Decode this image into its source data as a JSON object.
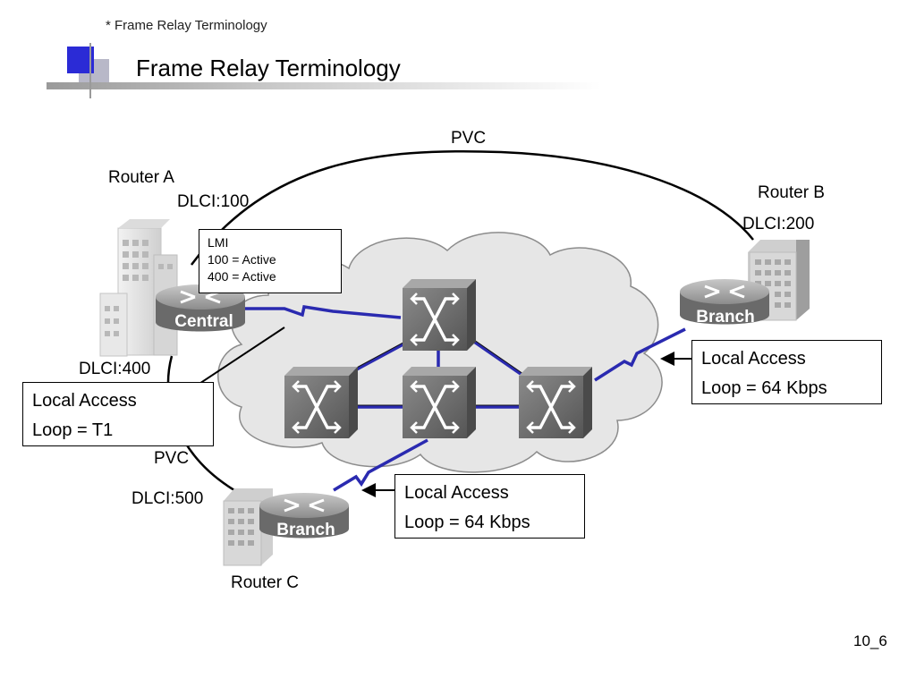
{
  "header": {
    "breadcrumb": "* Frame Relay Terminology",
    "title": "Frame Relay Terminology"
  },
  "diagram": {
    "pvc_top": "PVC",
    "pvc_left": "PVC",
    "router_a": {
      "name": "Router A",
      "dlci_top": "DLCI:100",
      "dlci_bottom": "DLCI:400",
      "badge": "Central"
    },
    "router_b": {
      "name": "Router B",
      "dlci": "DLCI:200",
      "badge": "Branch"
    },
    "router_c": {
      "name": "Router C",
      "dlci": "DLCI:500",
      "badge": "Branch"
    },
    "lmi": {
      "line1": "LMI",
      "line2": "100 = Active",
      "line3": "400 = Active"
    },
    "access_a": {
      "line1": "Local Access",
      "line2": "Loop = T1"
    },
    "access_b": {
      "line1": "Local Access",
      "line2": "Loop = 64 Kbps"
    },
    "access_c": {
      "line1": "Local Access",
      "line2": "Loop = 64 Kbps"
    }
  },
  "colors": {
    "link": "#2a2ab0",
    "switch": "#6e6e6e",
    "cloud": "#e6e6e6"
  },
  "page_number": "10_6"
}
